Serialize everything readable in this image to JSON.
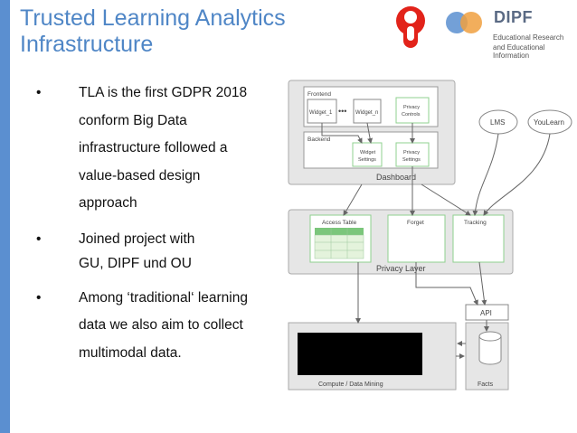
{
  "title": {
    "line1": "Trusted Learning Analytics",
    "line2": "Infrastructure"
  },
  "bullets": [
    {
      "mark": "•",
      "lines": [
        "TLA is the first GDPR 2018",
        "conform Big Data",
        "infrastructure followed a",
        "value-based design",
        "approach"
      ]
    },
    {
      "mark": "•",
      "lines": [
        "Joined project with",
        "GU, DIPF und OU"
      ]
    },
    {
      "mark": "•",
      "lines": [
        "Among ‘traditional‘ learning",
        "data we also aim to collect",
        "multimodal data."
      ]
    }
  ],
  "dipf": {
    "name": "DIPF",
    "subtitle1": "Educational Research",
    "subtitle2": "and Educational Information"
  },
  "diagram": {
    "frontend": "Frontend",
    "widget_1": "Widget_1",
    "ellipsis": "•••",
    "widget_n": "Widget_n",
    "privacy_controls_1": "Privacy",
    "privacy_controls_2": "Controls",
    "backend": "Backend",
    "widget_settings_1": "Widget",
    "widget_settings_2": "Settings",
    "privacy_settings_1": "Privacy",
    "privacy_settings_2": "Settings",
    "dashboard": "Dashboard",
    "lms": "LMS",
    "youlearn": "YouLearn",
    "access_table": "Access Table",
    "forget": "Forget",
    "tracking": "Tracking",
    "privacy_layer": "Privacy Layer",
    "api": "API",
    "compute": "Compute / Data Mining",
    "facts": "Facts"
  },
  "colors": {
    "title": "#4f86c6",
    "accent_bar": "#5b8fd0",
    "green": "#8fd08f",
    "logo_red": "#e2231a",
    "dipf_blue": "#5b8fd0",
    "dipf_orange": "#f0a040"
  }
}
